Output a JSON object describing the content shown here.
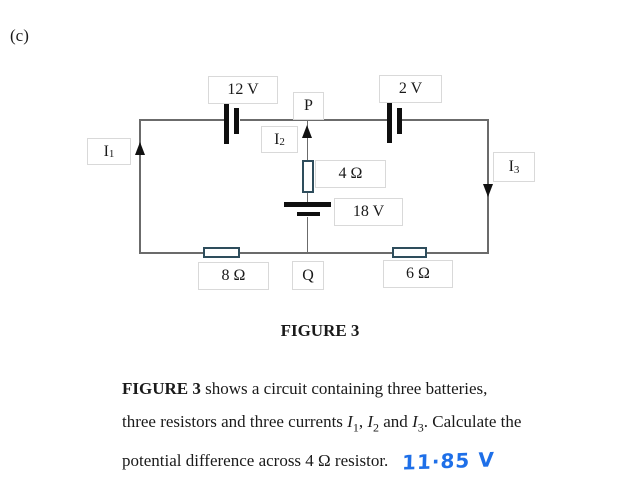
{
  "page": {
    "part_label": "(c)"
  },
  "figure": {
    "caption": "FIGURE 3",
    "labels": {
      "battery_12v": "12 V",
      "battery_2v": "2 V",
      "battery_18v": "18 V",
      "node_p": "P",
      "node_q": "Q",
      "resistor_4ohm": "4 Ω",
      "resistor_8ohm": "8 Ω",
      "resistor_6ohm": "6 Ω",
      "current_i1": {
        "base": "I",
        "sub": "1"
      },
      "current_i2": {
        "base": "I",
        "sub": "2"
      },
      "current_i3": {
        "base": "I",
        "sub": "3"
      }
    }
  },
  "problem": {
    "line1_bold": "FIGURE 3",
    "line1_rest": " shows a circuit containing three batteries,",
    "line2_pre": "three resistors and three currents ",
    "i1": "I",
    "i1_sub": "1",
    "sep_comma": ", ",
    "i2": "I",
    "i2_sub": "2",
    "sep_and": " and ",
    "i3": "I",
    "i3_sub": "3",
    "line2_post": ". Calculate the",
    "line3": "potential difference across 4 Ω resistor.",
    "answer": "11·85 V"
  },
  "colors": {
    "wire": "#6b6b6b",
    "component_ink": "#111111",
    "resistor_outline": "#2e4d5c",
    "label_box_border": "#d9d9d9",
    "handwriting_blue": "#1e6fe8",
    "text": "#1a1a1a"
  }
}
